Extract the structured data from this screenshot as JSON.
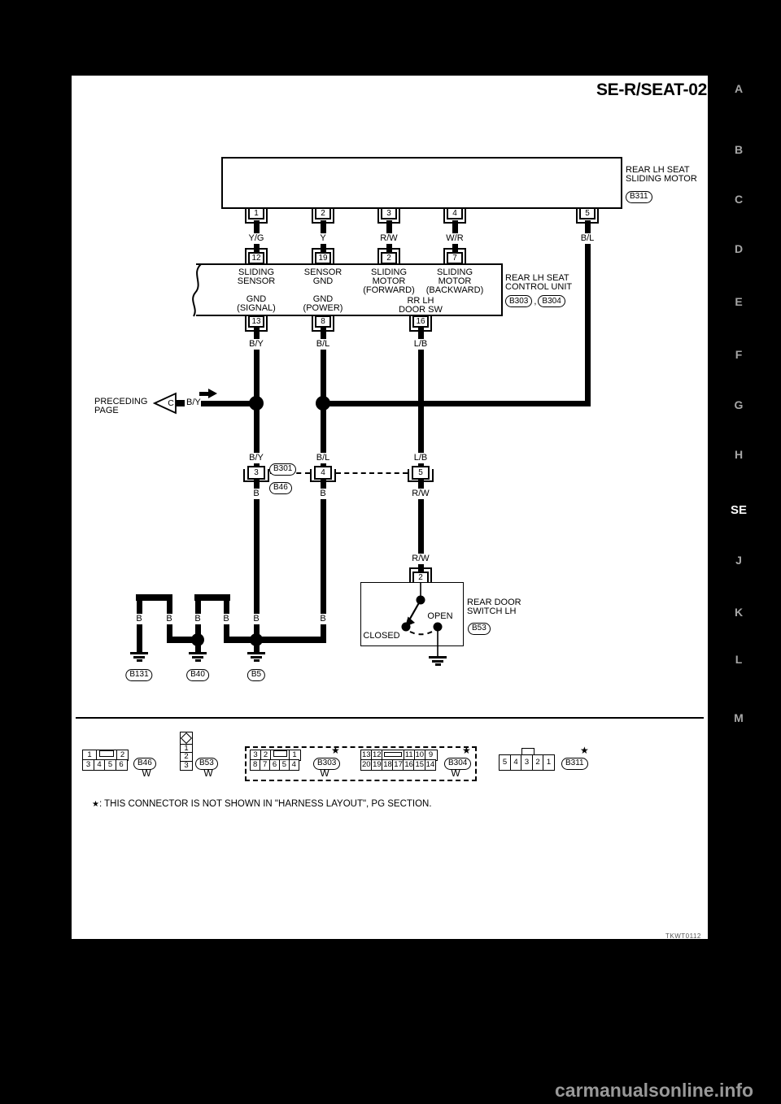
{
  "title": "SE-R/SEAT-02",
  "page_code": "TKWT0112",
  "watermark": "carmanualsonline.info",
  "side_index": {
    "letters": [
      "A",
      "B",
      "C",
      "D",
      "E",
      "F",
      "G",
      "H",
      "SE",
      "J",
      "K",
      "L",
      "M"
    ],
    "active": "SE"
  },
  "motor": {
    "name1": "REAR LH SEAT",
    "name2": "SLIDING MOTOR",
    "conn": "B311",
    "pins": [
      "1",
      "2",
      "3",
      "4",
      "5"
    ],
    "wires": [
      "Y/G",
      "Y",
      "R/W",
      "W/R",
      "B/L"
    ]
  },
  "cu": {
    "name1": "REAR LH SEAT",
    "name2": "CONTROL UNIT",
    "conn1": "B303",
    "comma": ",",
    "conn2": "B304",
    "top_pins": [
      "12",
      "19",
      "2",
      "7"
    ],
    "lbl_sliding_sensor": [
      "SLIDING",
      "SENSOR"
    ],
    "lbl_sensor_gnd": [
      "SENSOR",
      "GND"
    ],
    "lbl_motor_fwd": [
      "SLIDING",
      "MOTOR",
      "(FORWARD)"
    ],
    "lbl_motor_bwd": [
      "SLIDING",
      "MOTOR",
      "(BACKWARD)"
    ],
    "lbl_gnd_signal": [
      "GND",
      "(SIGNAL)"
    ],
    "lbl_gnd_power": [
      "GND",
      "(POWER)"
    ],
    "lbl_door_sw": [
      "RR LH",
      "DOOR SW"
    ],
    "bottom_pins": [
      "13",
      "8",
      "16"
    ],
    "bottom_wires": [
      "B/Y",
      "B/L",
      "L/B"
    ]
  },
  "preceding": {
    "l1": "PRECEDING",
    "l2": "PAGE",
    "ref": "C",
    "wire": "B/Y"
  },
  "mid": {
    "wires_above": [
      "B/Y",
      "B/L",
      "L/B"
    ],
    "pins": [
      "3",
      "4",
      "5"
    ],
    "conn_top": "B301",
    "conn_bottom": "B46",
    "wires_below": [
      "B",
      "B",
      "R/W"
    ]
  },
  "gnd": {
    "b_labels": [
      "B",
      "B",
      "B",
      "B",
      "B",
      "B"
    ],
    "g1": "B131",
    "g2": "B40",
    "g3": "B5"
  },
  "dsw": {
    "wire": "R/W",
    "pin": "2",
    "open": "OPEN",
    "closed": "CLOSED",
    "name1": "REAR DOOR",
    "name2": "SWITCH LH",
    "conn": "B53"
  },
  "footnote": {
    "star": "★",
    "text": ": THIS CONNECTOR IS NOT SHOWN IN \"HARNESS LAYOUT\", PG SECTION."
  },
  "bc": {
    "b46": {
      "r1": [
        "1",
        "2"
      ],
      "r2": [
        "3",
        "4",
        "5",
        "6"
      ],
      "conn": "B46",
      "w": "W"
    },
    "b53": {
      "cells": [
        "1",
        "2",
        "3"
      ],
      "conn": "B53",
      "w": "W"
    },
    "b303": {
      "r1": [
        "3",
        "2",
        "1"
      ],
      "r2": [
        "8",
        "7",
        "6",
        "5",
        "4"
      ],
      "conn": "B303",
      "w": "W",
      "star": "★"
    },
    "b304": {
      "r1": [
        "13",
        "12",
        "11",
        "10",
        "9"
      ],
      "r2": [
        "20",
        "19",
        "18",
        "17",
        "16",
        "15",
        "14"
      ],
      "conn": "B304",
      "w": "W",
      "star": "★"
    },
    "b311": {
      "cells": [
        "5",
        "4",
        "3",
        "2",
        "1"
      ],
      "conn": "B311",
      "star": "★"
    }
  }
}
